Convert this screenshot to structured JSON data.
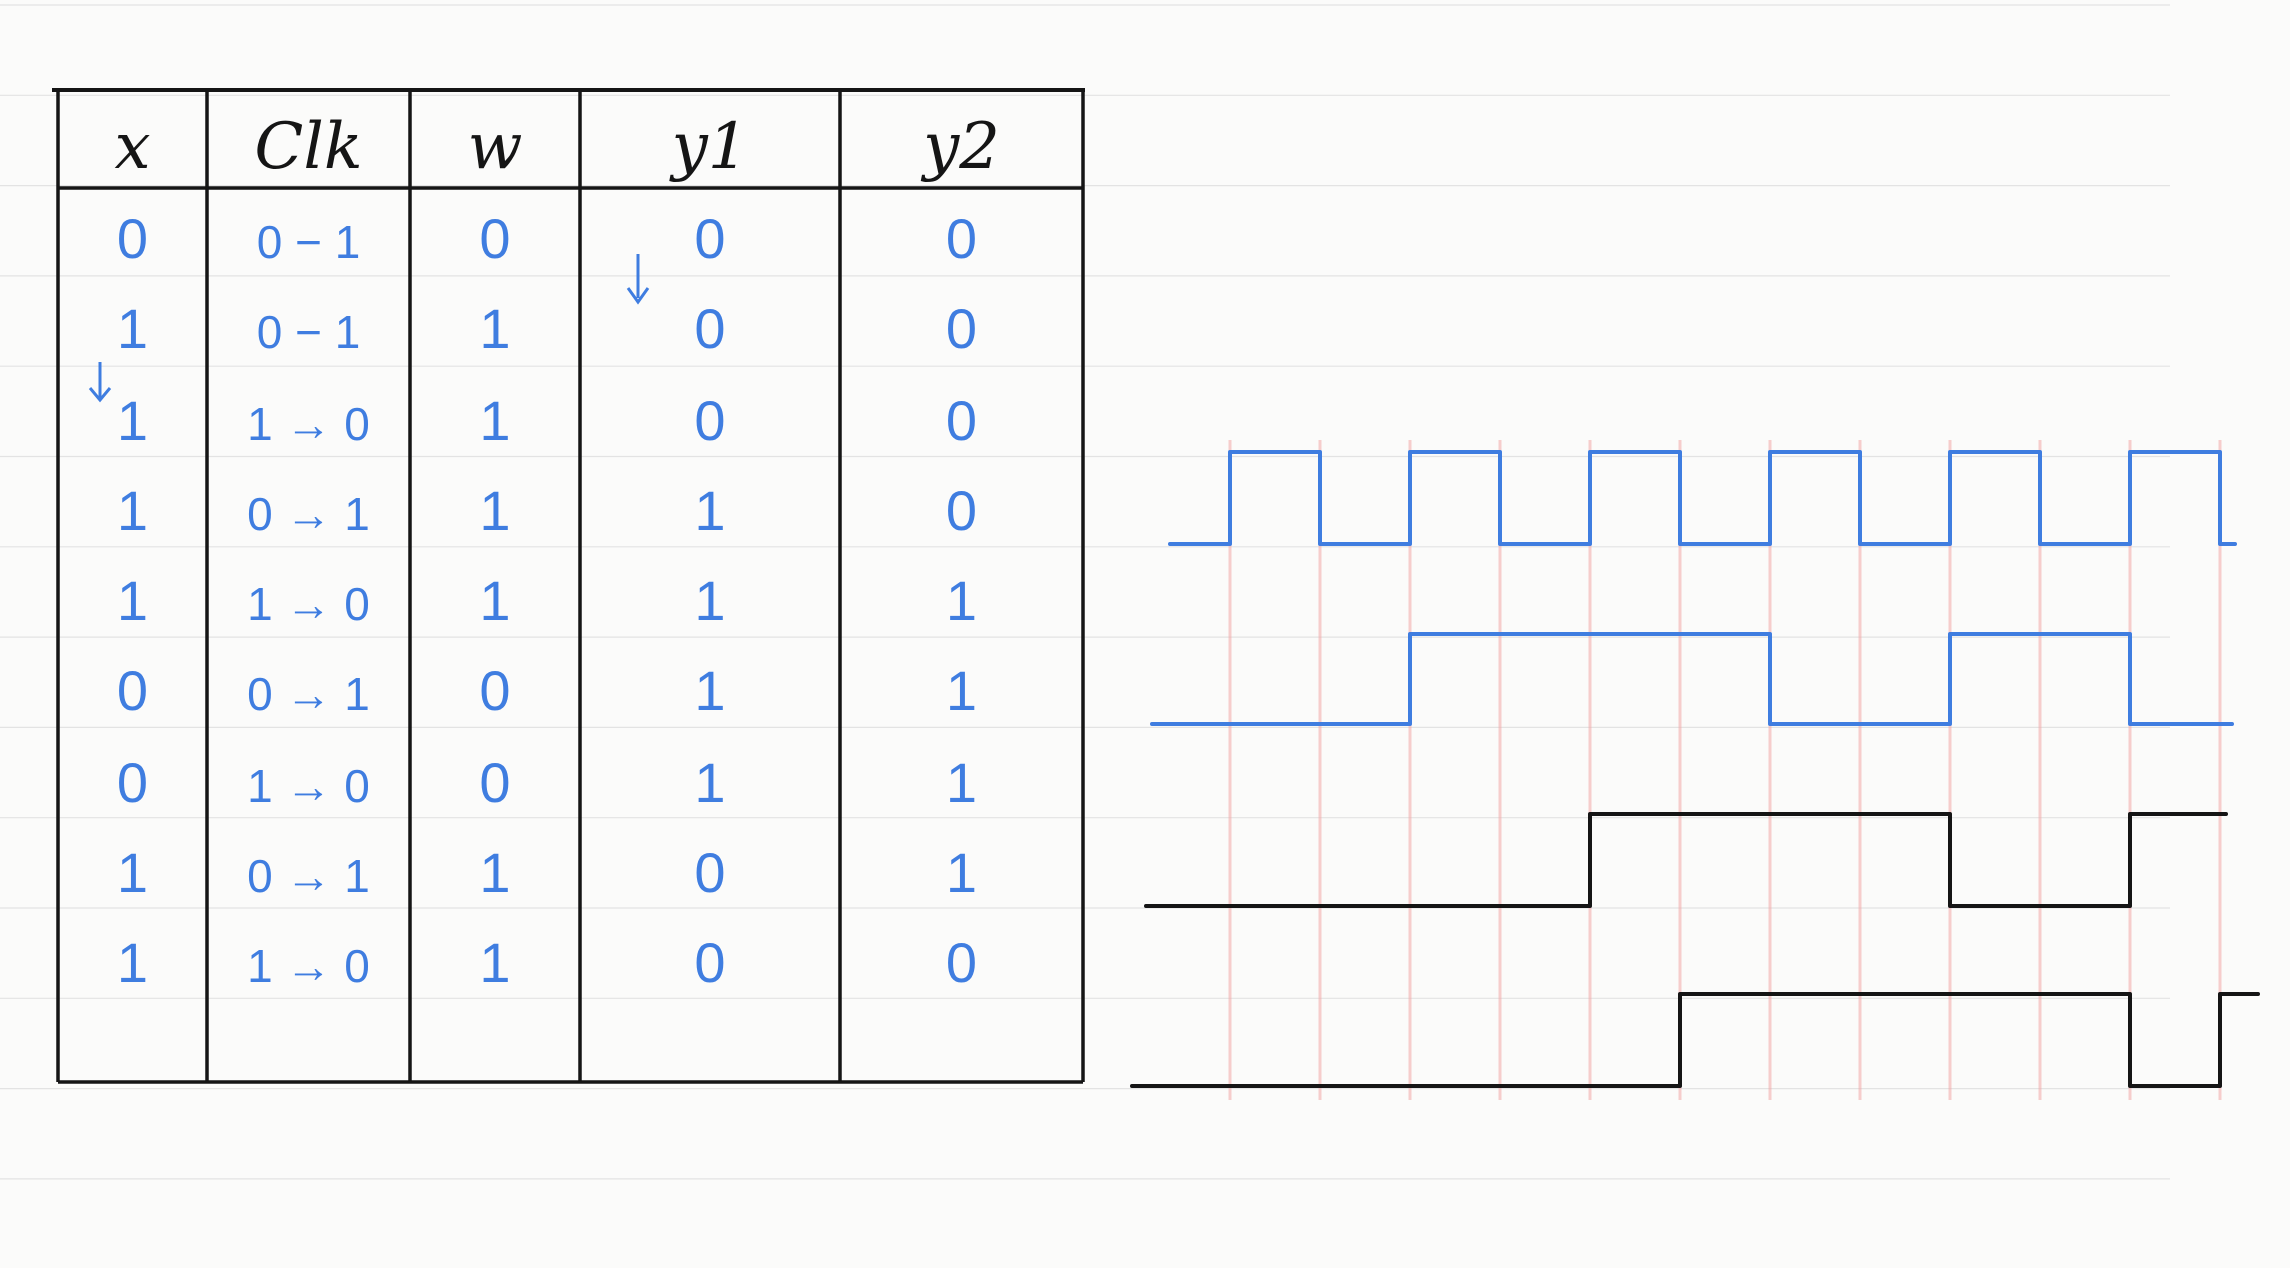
{
  "colors": {
    "blue_ink": "#3f7de0",
    "black_ink": "#151515",
    "red_guides": "#f3a8a8",
    "ruling": "#e3e3e3"
  },
  "table": {
    "headers": [
      "x",
      "Clk",
      "w",
      "y1",
      "y2"
    ],
    "rows": [
      [
        "0",
        "0 − 1",
        "0",
        "0",
        "0"
      ],
      [
        "1",
        "0 − 1",
        "1",
        "0",
        "0"
      ],
      [
        "1",
        "1 → 0",
        "1",
        "0",
        "0"
      ],
      [
        "1",
        "0 → 1",
        "1",
        "1",
        "0"
      ],
      [
        "1",
        "1 → 0",
        "1",
        "1",
        "1"
      ],
      [
        "0",
        "0 → 1",
        "0",
        "1",
        "1"
      ],
      [
        "0",
        "1 → 0",
        "0",
        "1",
        "1"
      ],
      [
        "1",
        "0 → 1",
        "1",
        "0",
        "1"
      ],
      [
        "1",
        "1 → 0",
        "1",
        "0",
        "0"
      ]
    ]
  },
  "timing_diagram": {
    "transitions": [
      0,
      1,
      2,
      3,
      4,
      5,
      6,
      7,
      8,
      9,
      10,
      11
    ],
    "signals": [
      {
        "ink": "blue",
        "initial": 0,
        "levels": [
          1,
          0,
          1,
          0,
          1,
          0,
          1,
          0,
          1,
          0,
          1,
          0
        ]
      },
      {
        "ink": "blue",
        "initial": 0,
        "levels": [
          0,
          0,
          1,
          1,
          1,
          1,
          0,
          0,
          1,
          1,
          0,
          0
        ]
      },
      {
        "ink": "black",
        "initial": 0,
        "levels": [
          0,
          0,
          0,
          0,
          1,
          1,
          1,
          1,
          0,
          0,
          1,
          1
        ]
      },
      {
        "ink": "black",
        "initial": 0,
        "levels": [
          0,
          0,
          0,
          0,
          0,
          1,
          1,
          1,
          1,
          1,
          0,
          1
        ]
      }
    ]
  }
}
